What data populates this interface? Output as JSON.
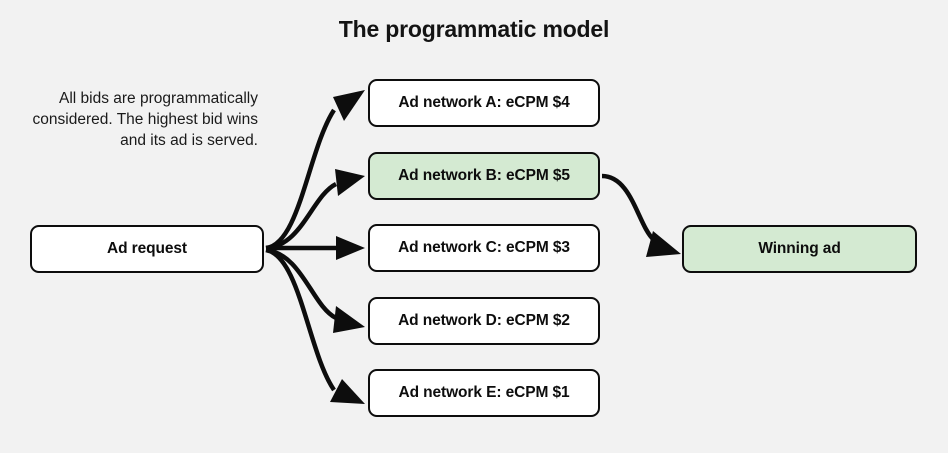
{
  "page": {
    "title": "The programmatic model",
    "background_color": "#f2f2f2"
  },
  "note": {
    "text": "All bids are programmatically considered. The highest bid wins and its ad is served."
  },
  "colors": {
    "box_fill_default": "#ffffff",
    "box_fill_highlight": "#d4ead2",
    "box_border": "#0d0d0d",
    "arrow": "#0d0d0d",
    "text": "#0d0d0d"
  },
  "nodes": {
    "ad_request": {
      "label": "Ad request",
      "fill": "default"
    },
    "winning_ad": {
      "label": "Winning ad",
      "fill": "highlight"
    },
    "networks": [
      {
        "label": "Ad network A: eCPM $4",
        "network": "A",
        "ecpm": 4,
        "fill": "default",
        "winner": false
      },
      {
        "label": "Ad network B: eCPM $5",
        "network": "B",
        "ecpm": 5,
        "fill": "highlight",
        "winner": true
      },
      {
        "label": "Ad network C: eCPM $3",
        "network": "C",
        "ecpm": 3,
        "fill": "default",
        "winner": false
      },
      {
        "label": "Ad network D: eCPM $2",
        "network": "D",
        "ecpm": 2,
        "fill": "default",
        "winner": false
      },
      {
        "label": "Ad network E: eCPM $1",
        "network": "E",
        "ecpm": 1,
        "fill": "default",
        "winner": false
      }
    ]
  },
  "edges": [
    {
      "from": "ad_request",
      "to": "network_a",
      "style": "curved-arrow"
    },
    {
      "from": "ad_request",
      "to": "network_b",
      "style": "curved-arrow"
    },
    {
      "from": "ad_request",
      "to": "network_c",
      "style": "straight-arrow"
    },
    {
      "from": "ad_request",
      "to": "network_d",
      "style": "curved-arrow"
    },
    {
      "from": "ad_request",
      "to": "network_e",
      "style": "curved-arrow"
    },
    {
      "from": "network_b",
      "to": "winning_ad",
      "style": "curved-arrow"
    }
  ]
}
